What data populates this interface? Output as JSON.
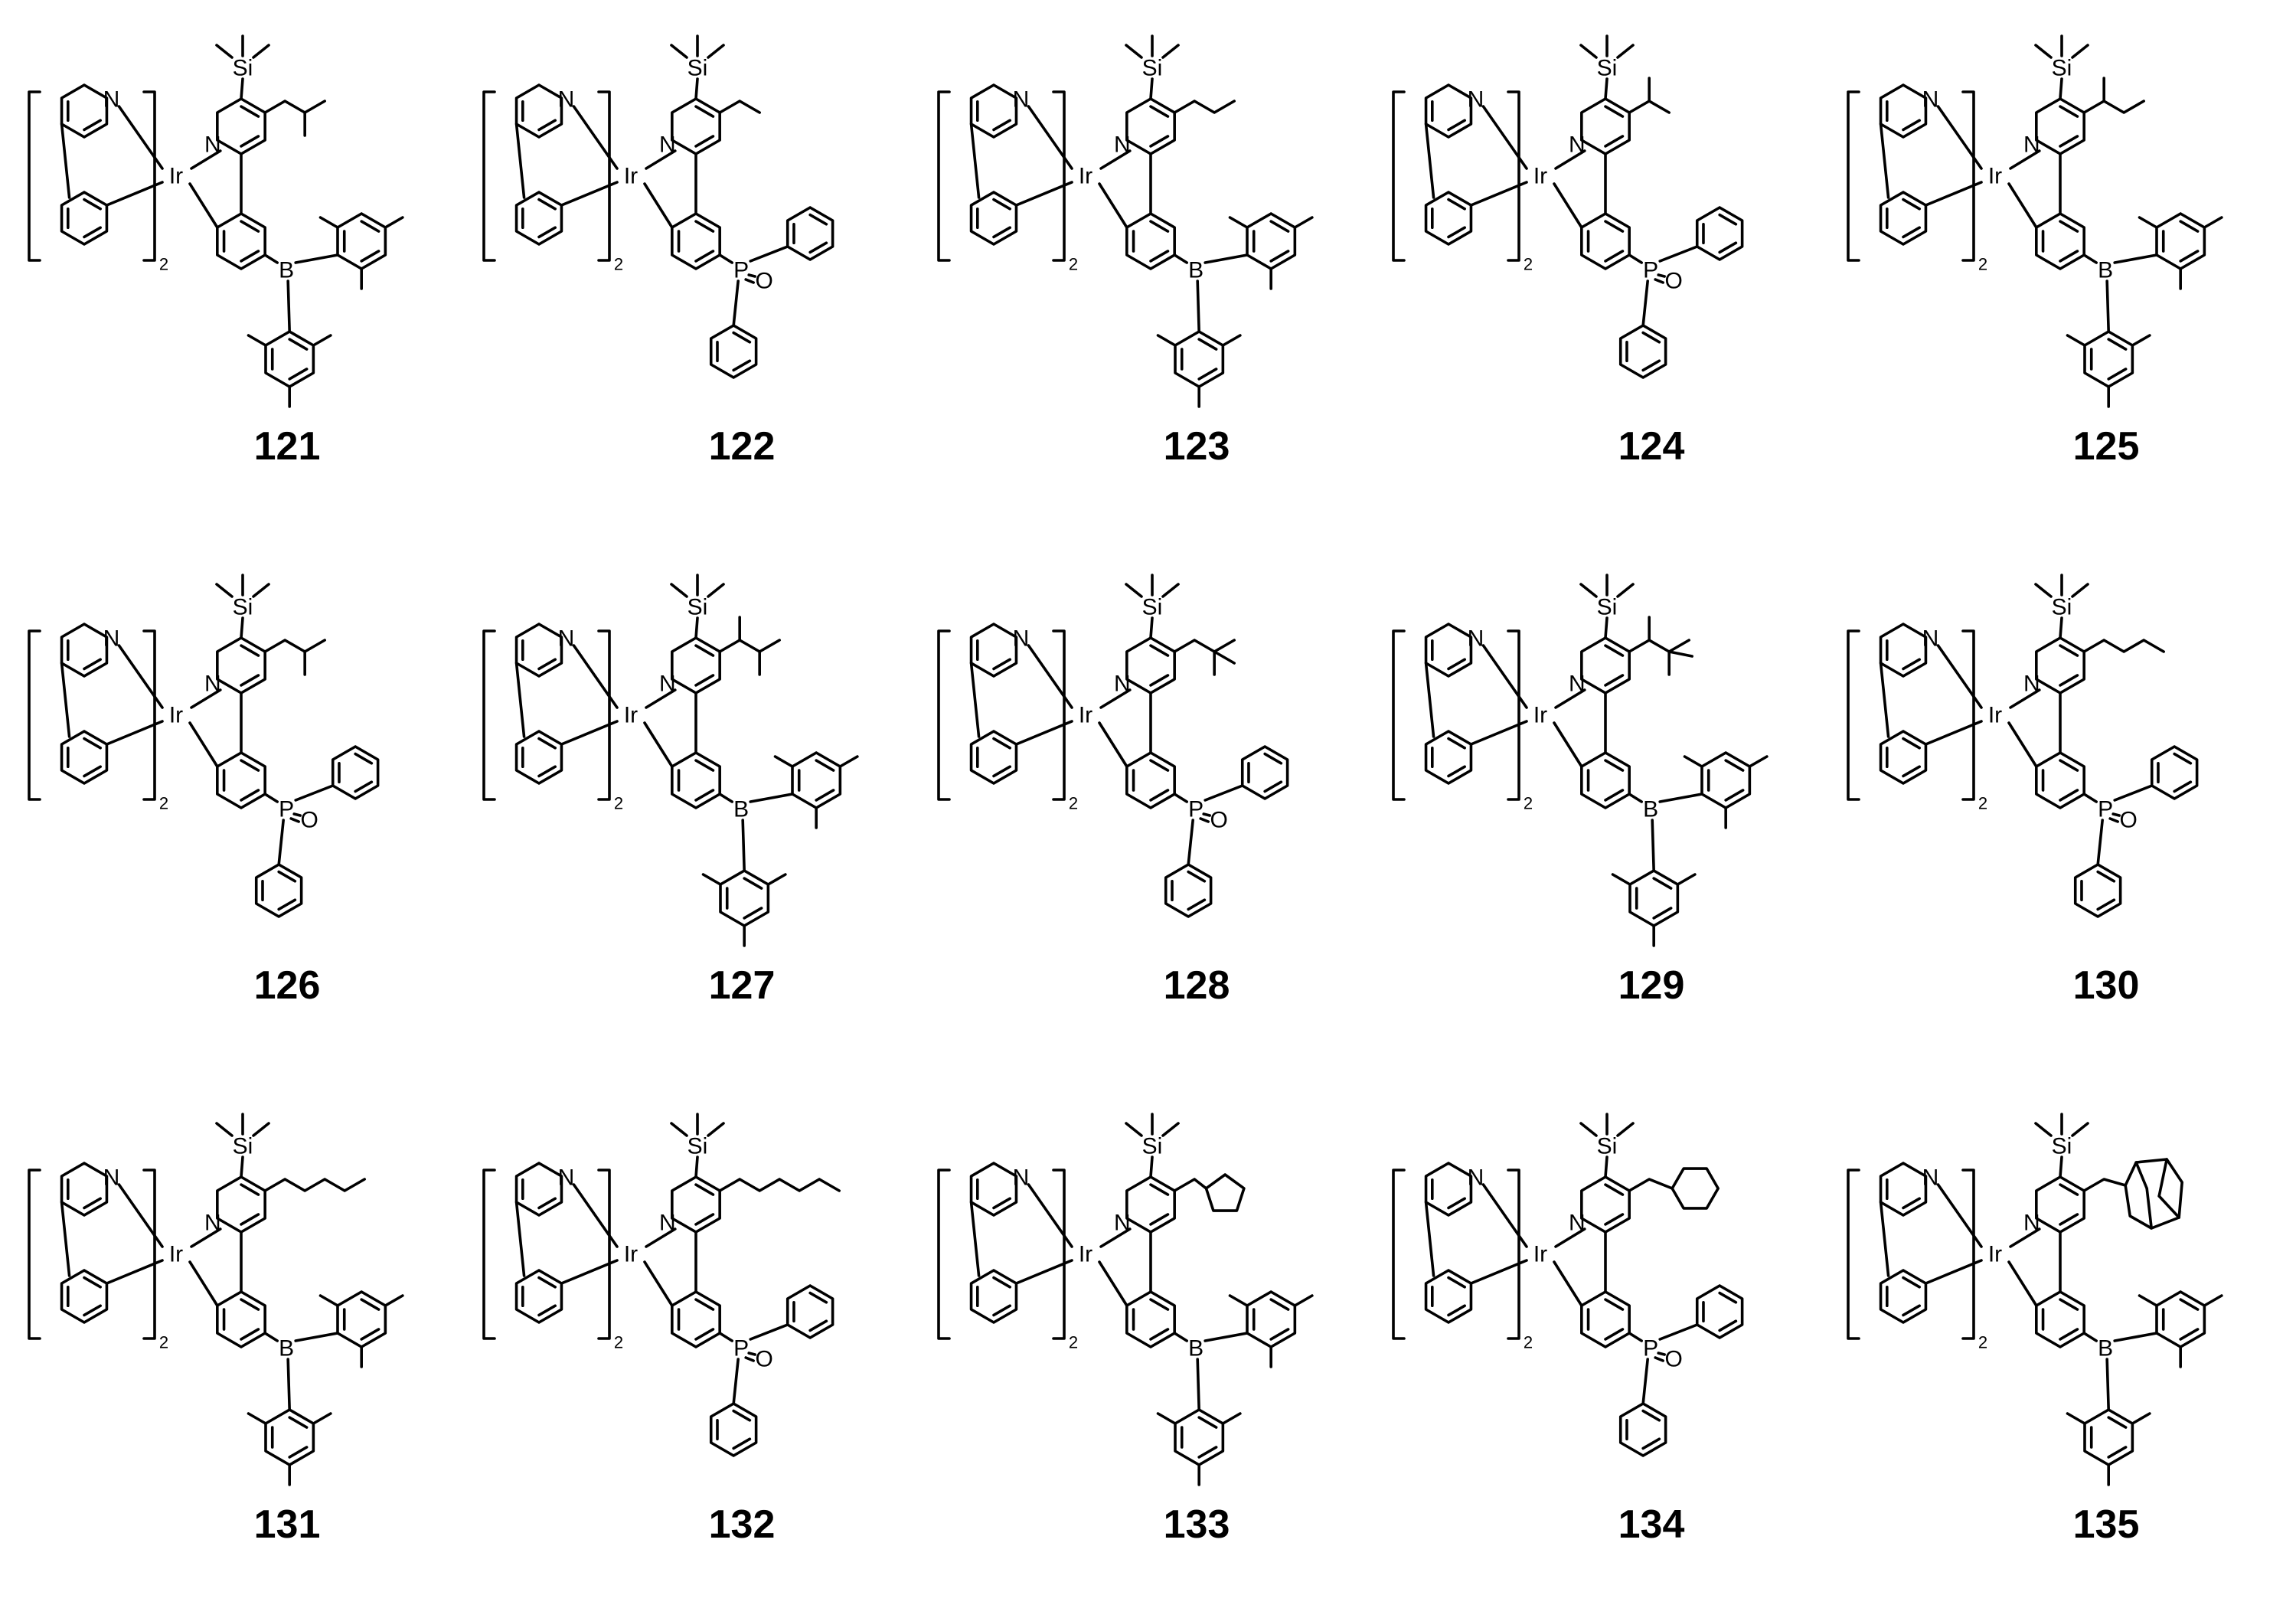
{
  "atoms": {
    "iridium": "Ir",
    "nitrogen": "N",
    "silicon": "Si",
    "boron": "B",
    "phosphorus": "P",
    "oxygen": "O"
  },
  "bracket_subscript": "2",
  "compounds": [
    {
      "label": "121",
      "acceptor": "boron",
      "alkyl": "isobutyl"
    },
    {
      "label": "122",
      "acceptor": "phosphorus",
      "alkyl": "ethyl"
    },
    {
      "label": "123",
      "acceptor": "boron",
      "alkyl": "propyl"
    },
    {
      "label": "124",
      "acceptor": "phosphorus",
      "alkyl": "isopropyl"
    },
    {
      "label": "125",
      "acceptor": "boron",
      "alkyl": "sec-butyl"
    },
    {
      "label": "126",
      "acceptor": "phosphorus",
      "alkyl": "isobutyl"
    },
    {
      "label": "127",
      "acceptor": "boron",
      "alkyl": "3-methylbutan-2-yl"
    },
    {
      "label": "128",
      "acceptor": "phosphorus",
      "alkyl": "neopentyl"
    },
    {
      "label": "129",
      "acceptor": "boron",
      "alkyl": "3,3-dimethylbutan-2-yl"
    },
    {
      "label": "130",
      "acceptor": "phosphorus",
      "alkyl": "butyl"
    },
    {
      "label": "131",
      "acceptor": "boron",
      "alkyl": "pentyl"
    },
    {
      "label": "132",
      "acceptor": "phosphorus",
      "alkyl": "hexyl"
    },
    {
      "label": "133",
      "acceptor": "boron",
      "alkyl": "cyclopentylmethyl"
    },
    {
      "label": "134",
      "acceptor": "phosphorus",
      "alkyl": "cyclohexylmethyl"
    },
    {
      "label": "135",
      "acceptor": "boron",
      "alkyl": "adamantylmethyl"
    }
  ]
}
